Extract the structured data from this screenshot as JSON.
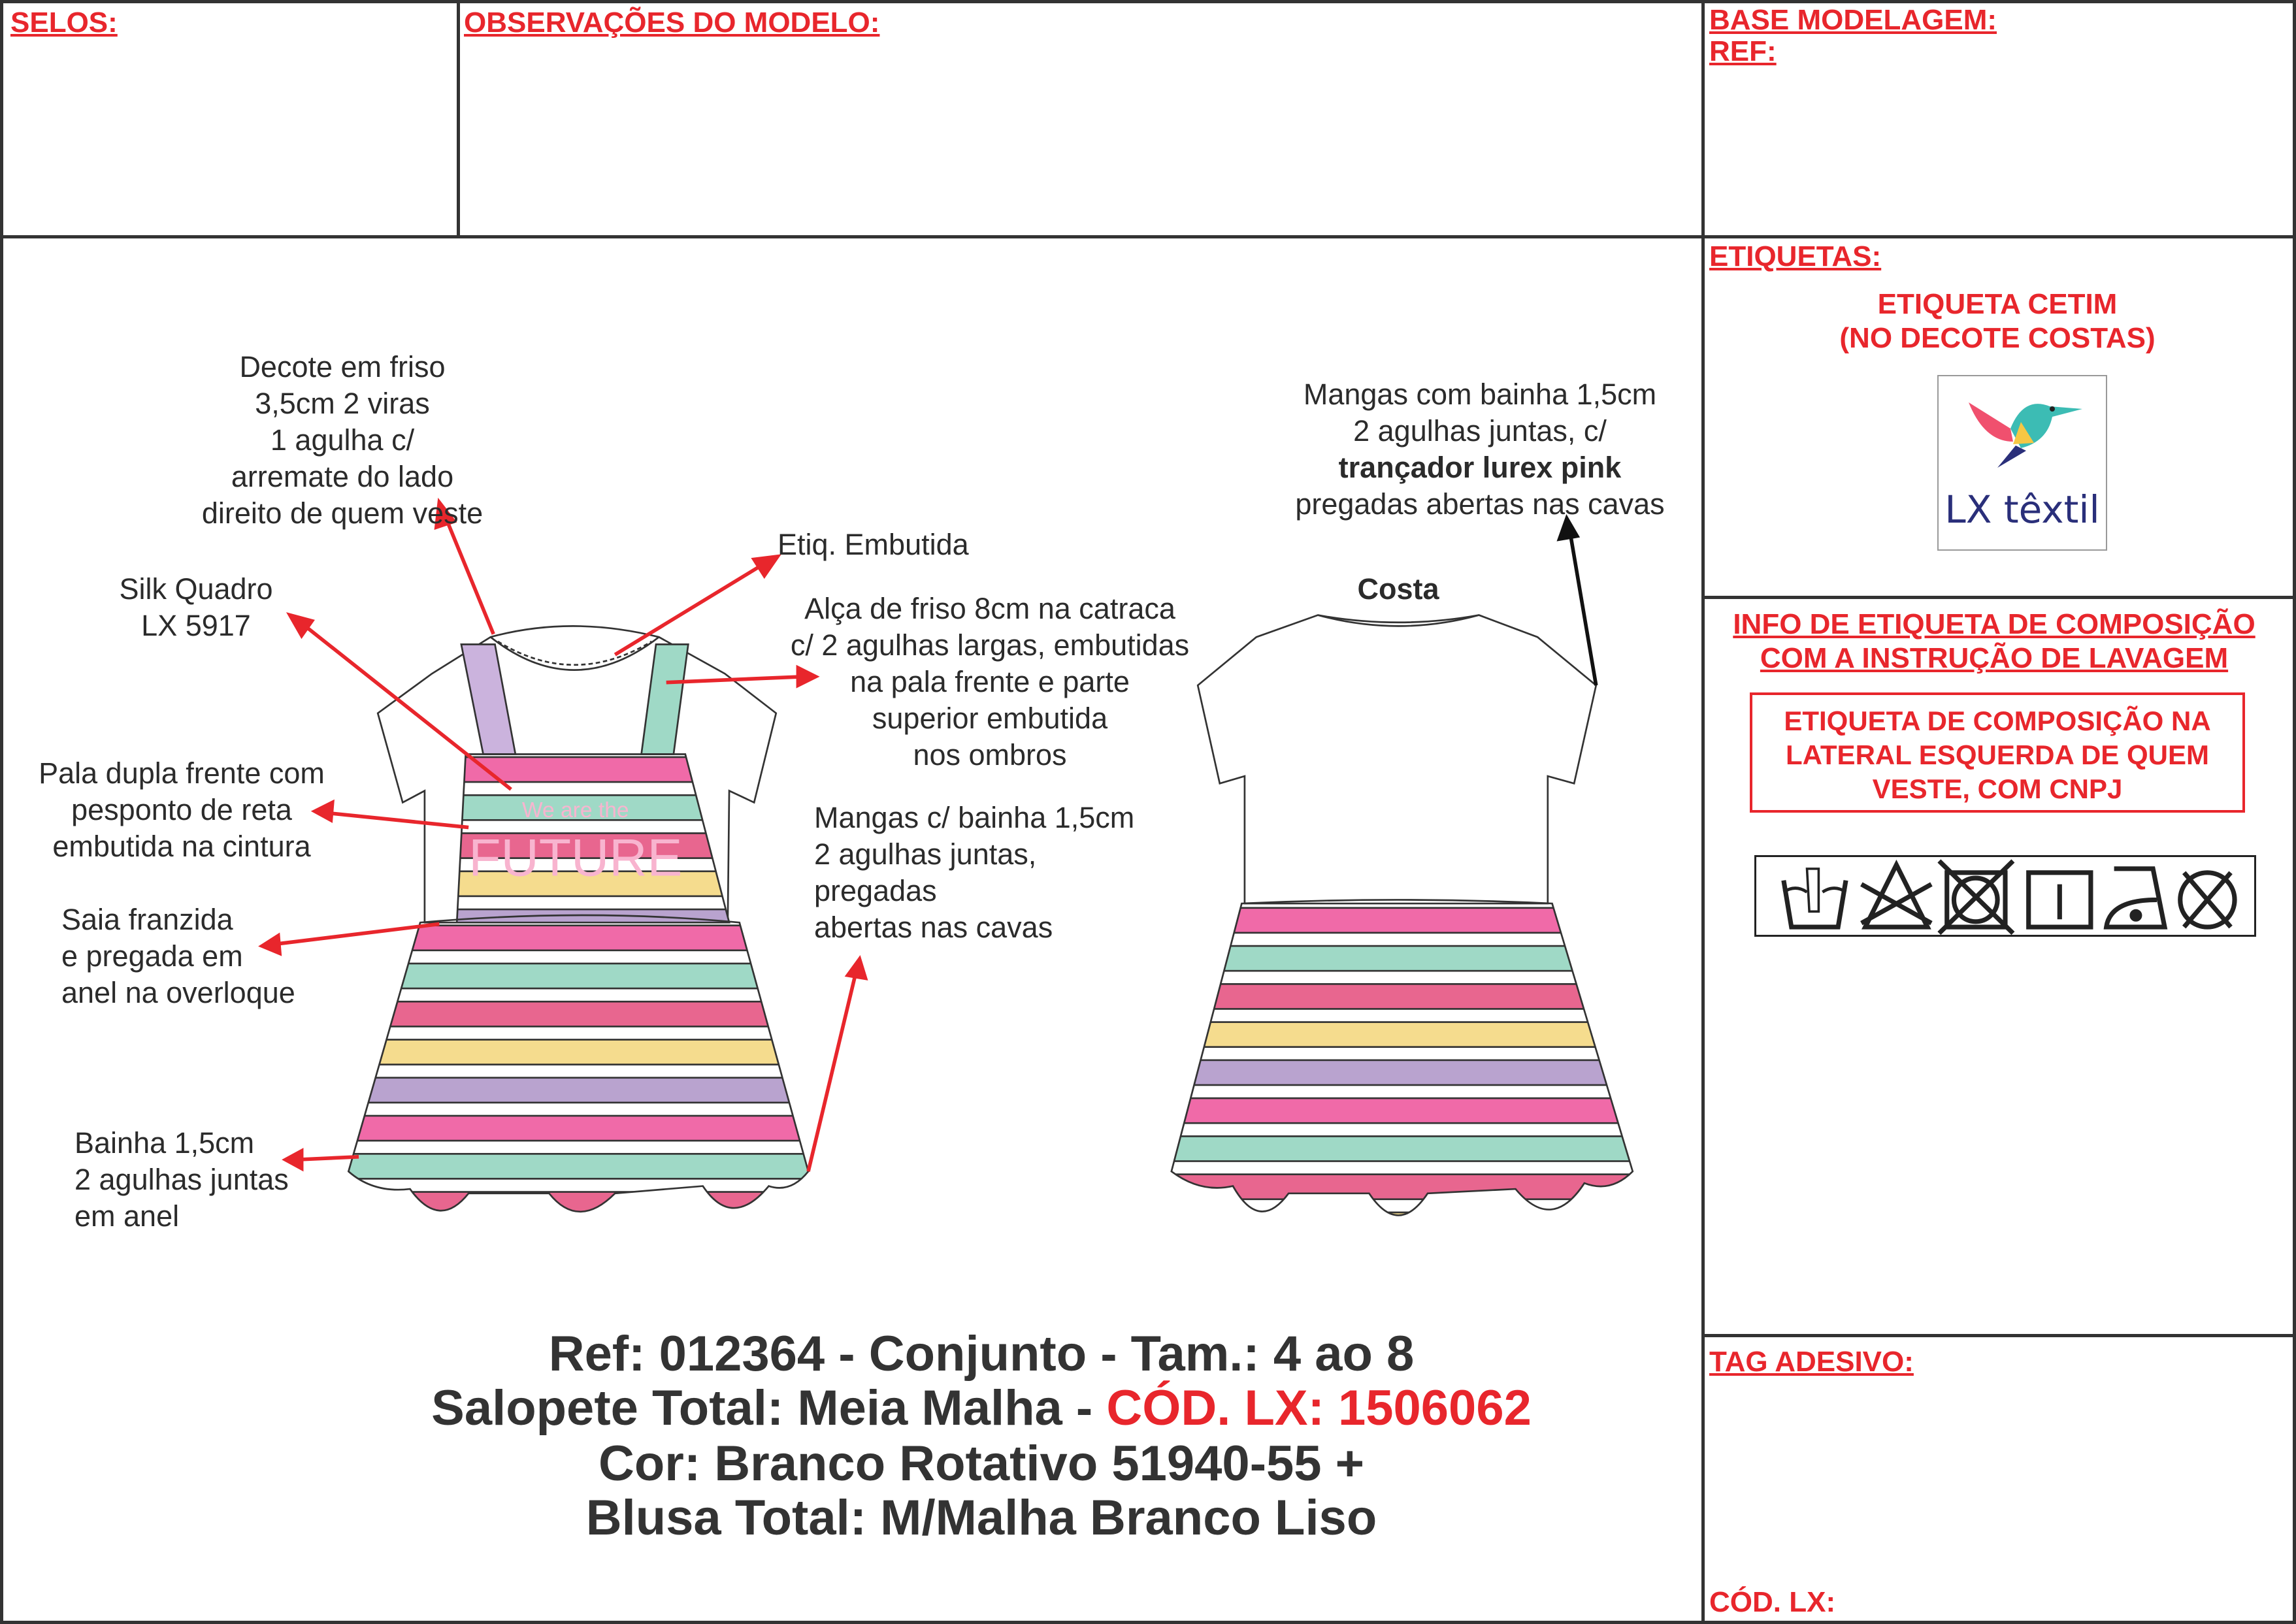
{
  "header": {
    "selos": "SELOS:",
    "observacoes": "OBSERVAÇÕES DO MODELO:",
    "base_modelagem": "BASE MODELAGEM:",
    "ref": "REF:"
  },
  "right": {
    "etiquetas": "ETIQUETAS:",
    "etiqueta_cetim": [
      "ETIQUETA CETIM",
      "(NO DECOTE COSTAS)"
    ],
    "logo_text": "LX têxtil",
    "info_title": [
      "INFO DE ETIQUETA DE COMPOSIÇÃO",
      "COM A INSTRUÇÃO DE LAVAGEM"
    ],
    "composicao_box": [
      "ETIQUETA DE COMPOSIÇÃO NA",
      "LATERAL ESQUERDA DE QUEM",
      "VESTE, COM CNPJ"
    ],
    "care_icons": [
      "hand-wash-icon",
      "no-bleach-icon",
      "no-tumble-dry-icon",
      "line-dry-icon",
      "iron-low-icon",
      "no-dry-clean-icon"
    ],
    "tag_adesivo": "TAG ADESIVO:",
    "cod_lx": "CÓD. LX:"
  },
  "annotations": {
    "decote": [
      "Decote em friso",
      "3,5cm 2 viras",
      "1 agulha c/",
      "arremate do lado",
      "direito de quem veste"
    ],
    "silk": [
      "Silk Quadro",
      "LX 5917"
    ],
    "etiq": "Etiq. Embutida",
    "alca": [
      "Alça de friso 8cm na catraca",
      "c/ 2 agulhas largas, embutidas",
      "na pala frente e parte",
      "superior embutida",
      "nos ombros"
    ],
    "pala": [
      "Pala dupla frente com",
      "pesponto de reta",
      "embutida na cintura"
    ],
    "mangas_frente": [
      "Mangas c/ bainha 1,5cm",
      "2 agulhas juntas,",
      "pregadas",
      "abertas nas cavas"
    ],
    "saia": [
      "Saia franzida",
      "e pregada em",
      "anel na overloque"
    ],
    "bainha": [
      "Bainha 1,5cm",
      "2 agulhas juntas",
      "em anel"
    ],
    "costa": "Costa",
    "mangas_costas": [
      "Mangas com bainha 1,5cm",
      "2 agulhas juntas, c/",
      "trançador lurex pink",
      "pregadas abertas nas cavas"
    ],
    "print_text": [
      "We are the",
      "FUTURE"
    ]
  },
  "footer": {
    "line1": "Ref: 012364 - Conjunto - Tam.: 4 ao 8",
    "line2_a": "Salopete Total: Meia Malha - ",
    "line2_b": "CÓD. LX: 1506062",
    "line3": "Cor: Branco Rotativo 51940-55 +",
    "line4": "Blusa Total: M/Malha Branco Liso"
  },
  "colors": {
    "accent": "#e8262c",
    "pink": "#f06aa8",
    "mint": "#9fd9c6",
    "rose": "#e8668f",
    "yellow": "#f5dc8e",
    "lilac": "#b9a3cf"
  }
}
